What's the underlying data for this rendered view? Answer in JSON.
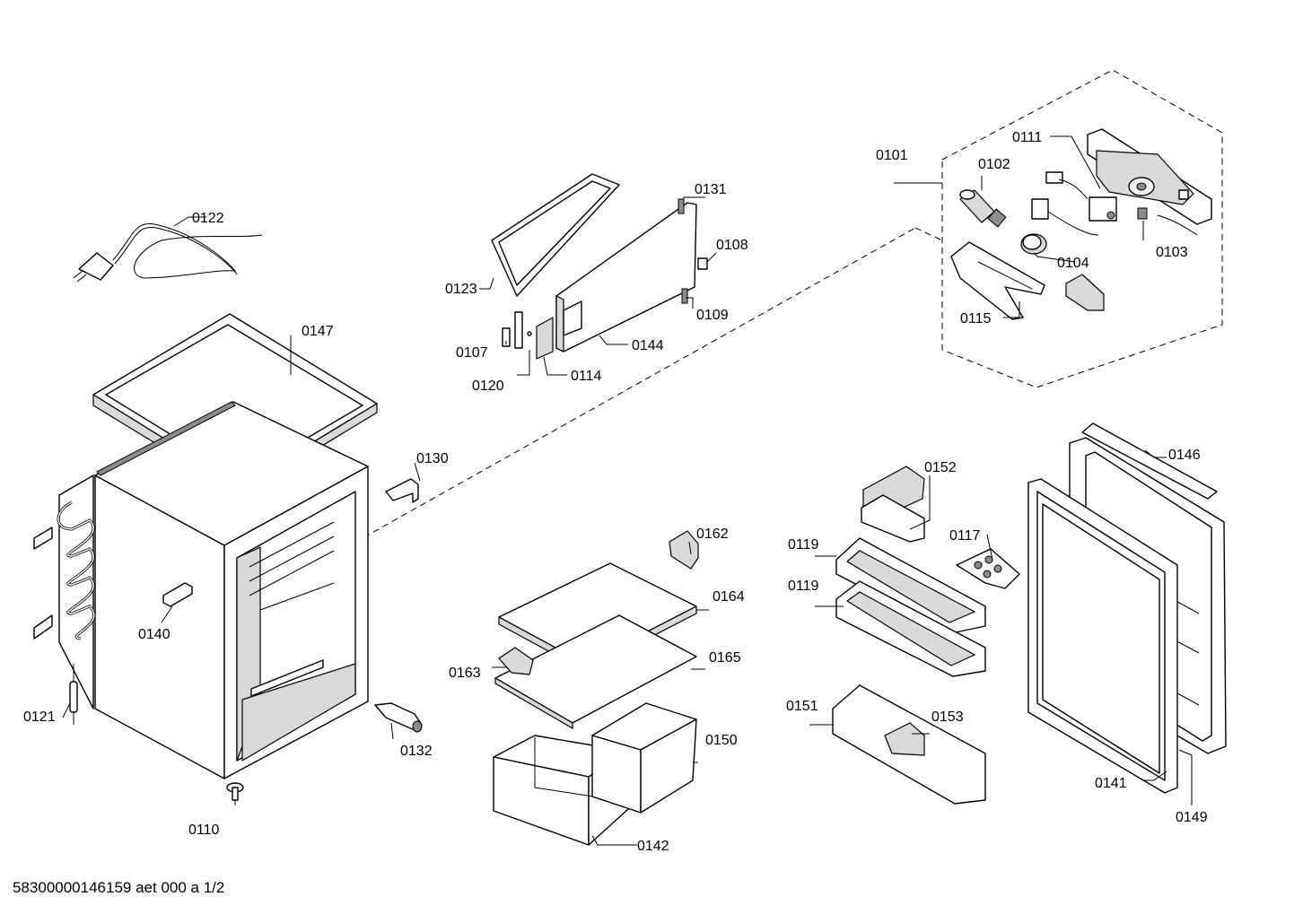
{
  "document_id": "58300000146159 aet 000 a 1/2",
  "parts": [
    {
      "id": "p0101",
      "number": "0101"
    },
    {
      "id": "p0102",
      "number": "0102"
    },
    {
      "id": "p0103",
      "number": "0103"
    },
    {
      "id": "p0104",
      "number": "0104"
    },
    {
      "id": "p0107",
      "number": "0107"
    },
    {
      "id": "p0108",
      "number": "0108"
    },
    {
      "id": "p0109",
      "number": "0109"
    },
    {
      "id": "p0110",
      "number": "0110"
    },
    {
      "id": "p0111",
      "number": "0111"
    },
    {
      "id": "p0114",
      "number": "0114"
    },
    {
      "id": "p0115",
      "number": "0115"
    },
    {
      "id": "p0117",
      "number": "0117"
    },
    {
      "id": "p0119a",
      "number": "0119"
    },
    {
      "id": "p0119b",
      "number": "0119"
    },
    {
      "id": "p0120",
      "number": "0120"
    },
    {
      "id": "p0121",
      "number": "0121"
    },
    {
      "id": "p0122",
      "number": "0122"
    },
    {
      "id": "p0123",
      "number": "0123"
    },
    {
      "id": "p0130",
      "number": "0130"
    },
    {
      "id": "p0131",
      "number": "0131"
    },
    {
      "id": "p0132",
      "number": "0132"
    },
    {
      "id": "p0140",
      "number": "0140"
    },
    {
      "id": "p0141",
      "number": "0141"
    },
    {
      "id": "p0142",
      "number": "0142"
    },
    {
      "id": "p0144",
      "number": "0144"
    },
    {
      "id": "p0146",
      "number": "0146"
    },
    {
      "id": "p0147",
      "number": "0147"
    },
    {
      "id": "p0149",
      "number": "0149"
    },
    {
      "id": "p0150",
      "number": "0150"
    },
    {
      "id": "p0151",
      "number": "0151"
    },
    {
      "id": "p0152",
      "number": "0152"
    },
    {
      "id": "p0153",
      "number": "0153"
    },
    {
      "id": "p0162",
      "number": "0162"
    },
    {
      "id": "p0163",
      "number": "0163"
    },
    {
      "id": "p0164",
      "number": "0164"
    },
    {
      "id": "p0165",
      "number": "0165"
    }
  ]
}
